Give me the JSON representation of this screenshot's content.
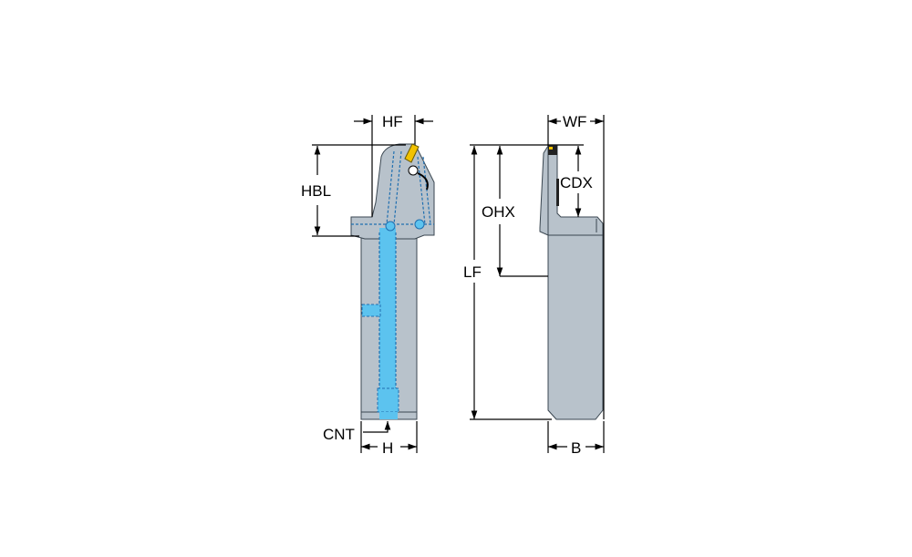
{
  "labels": {
    "hf": "HF",
    "hbl": "HBL",
    "cnt": "CNT",
    "h": "H",
    "wf": "WF",
    "cdx": "CDX",
    "ohx": "OHX",
    "lf": "LF",
    "b": "B"
  },
  "colors": {
    "body": "#b8c2cb",
    "coolant": "#5cc3ef",
    "insert": "#f2c200"
  }
}
